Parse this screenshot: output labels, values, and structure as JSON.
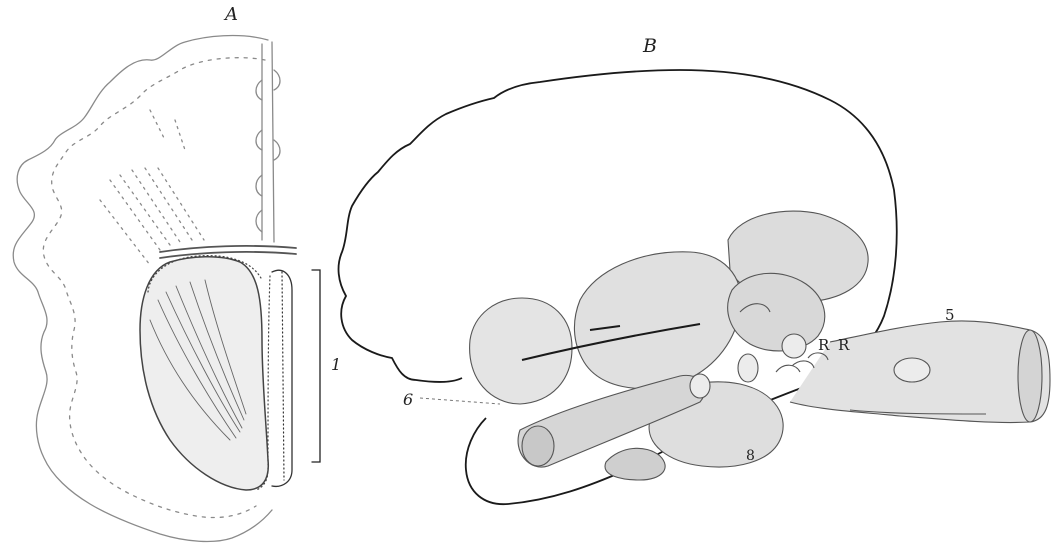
{
  "figure": {
    "panel_a": {
      "label": "A"
    },
    "panel_b": {
      "label": "B"
    },
    "annotations": {
      "bracket_label": "1",
      "medulla_label": "5",
      "olfactory_label": "6",
      "pons_label": "8",
      "nerve_roots_label": "R R"
    }
  },
  "colors": {
    "ink": "#1a1a1a",
    "faint_ink": "#8a8a8a",
    "shade": "#e3e3e3",
    "shade_dark": "#d2d2d2",
    "paper": "#ffffff"
  }
}
